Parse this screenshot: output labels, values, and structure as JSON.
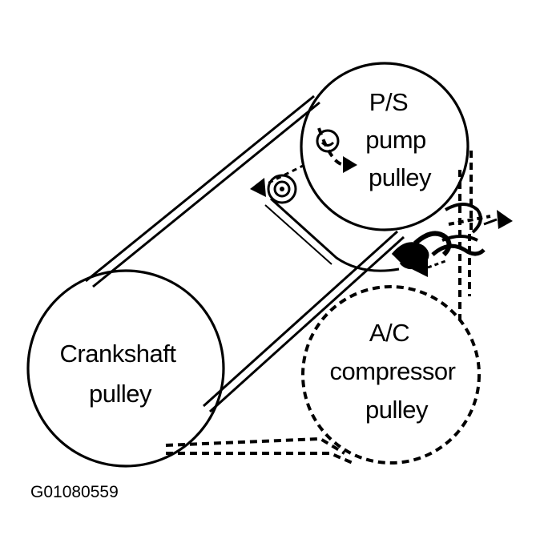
{
  "pulleys": {
    "ps_pump": {
      "line1": "P/S",
      "line2": "pump",
      "line3": "pulley"
    },
    "crankshaft": {
      "line1": "Crankshaft",
      "line2": "pulley"
    },
    "ac_compressor": {
      "line1": "A/C",
      "line2": "compressor",
      "line3": "pulley"
    }
  },
  "figure_code": "G01080559",
  "colors": {
    "ink": "#000000",
    "paper": "#ffffff"
  }
}
